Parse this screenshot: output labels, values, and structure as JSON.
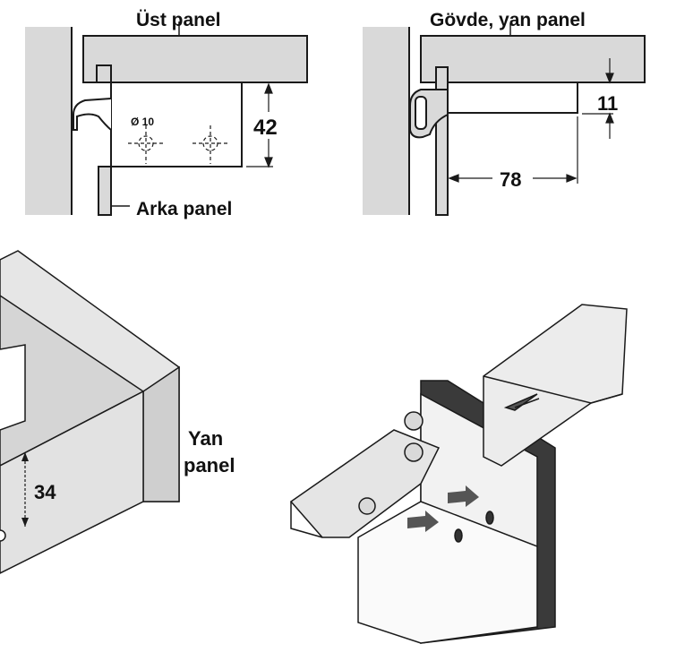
{
  "detail_left": {
    "top_panel_label": "Üst panel",
    "back_panel_label": "Arka panel",
    "hole_diameter_label": "Ø 10",
    "height_dimension": "42"
  },
  "detail_right": {
    "side_panel_label": "Gövde, yan panel",
    "offset_dimension": "11",
    "depth_dimension": "78"
  },
  "iso_left": {
    "side_panel_label_line1": "Yan",
    "side_panel_label_line2": "panel",
    "height_dimension": "34"
  },
  "colors": {
    "panel_gray": "#d9d9d9",
    "line": "#1a1a1a",
    "dark_edge": "#3a3a3a"
  }
}
